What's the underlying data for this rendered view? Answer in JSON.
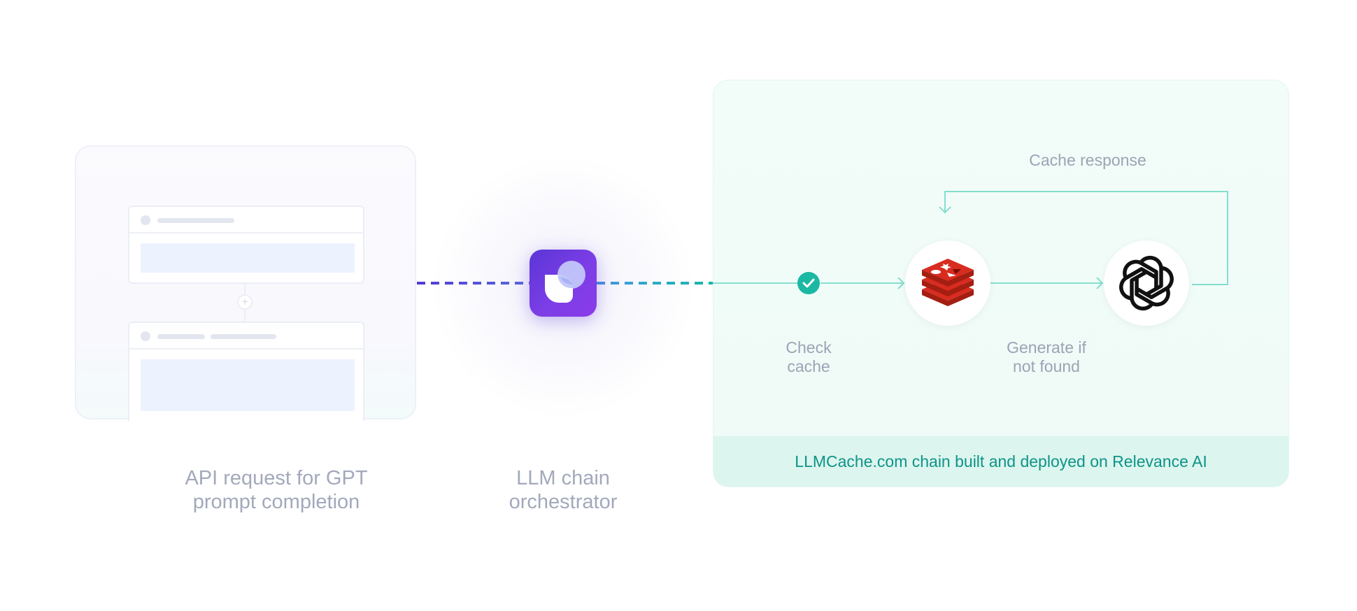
{
  "left": {
    "caption_line1": "API request for GPT",
    "caption_line2": "prompt completion"
  },
  "middle": {
    "caption_line1": "LLM chain",
    "caption_line2": "orchestrator"
  },
  "right": {
    "cache_response_label": "Cache response",
    "check_cache_line1": "Check",
    "check_cache_line2": "cache",
    "generate_line1": "Generate if",
    "generate_line2": "not found",
    "footer": "LLMCache.com chain built and deployed on Relevance AI"
  },
  "icons": {
    "orchestrator": "relevance-ai-logo-icon",
    "check": "check-circle-icon",
    "cache": "redis-logo-icon",
    "llm": "openai-logo-icon"
  },
  "colors": {
    "teal": "#2dd4bf",
    "teal_line": "#7fdccb",
    "purple": "#4f3bd1",
    "redis_red": "#d82c20",
    "footer_text": "#0d9488"
  }
}
